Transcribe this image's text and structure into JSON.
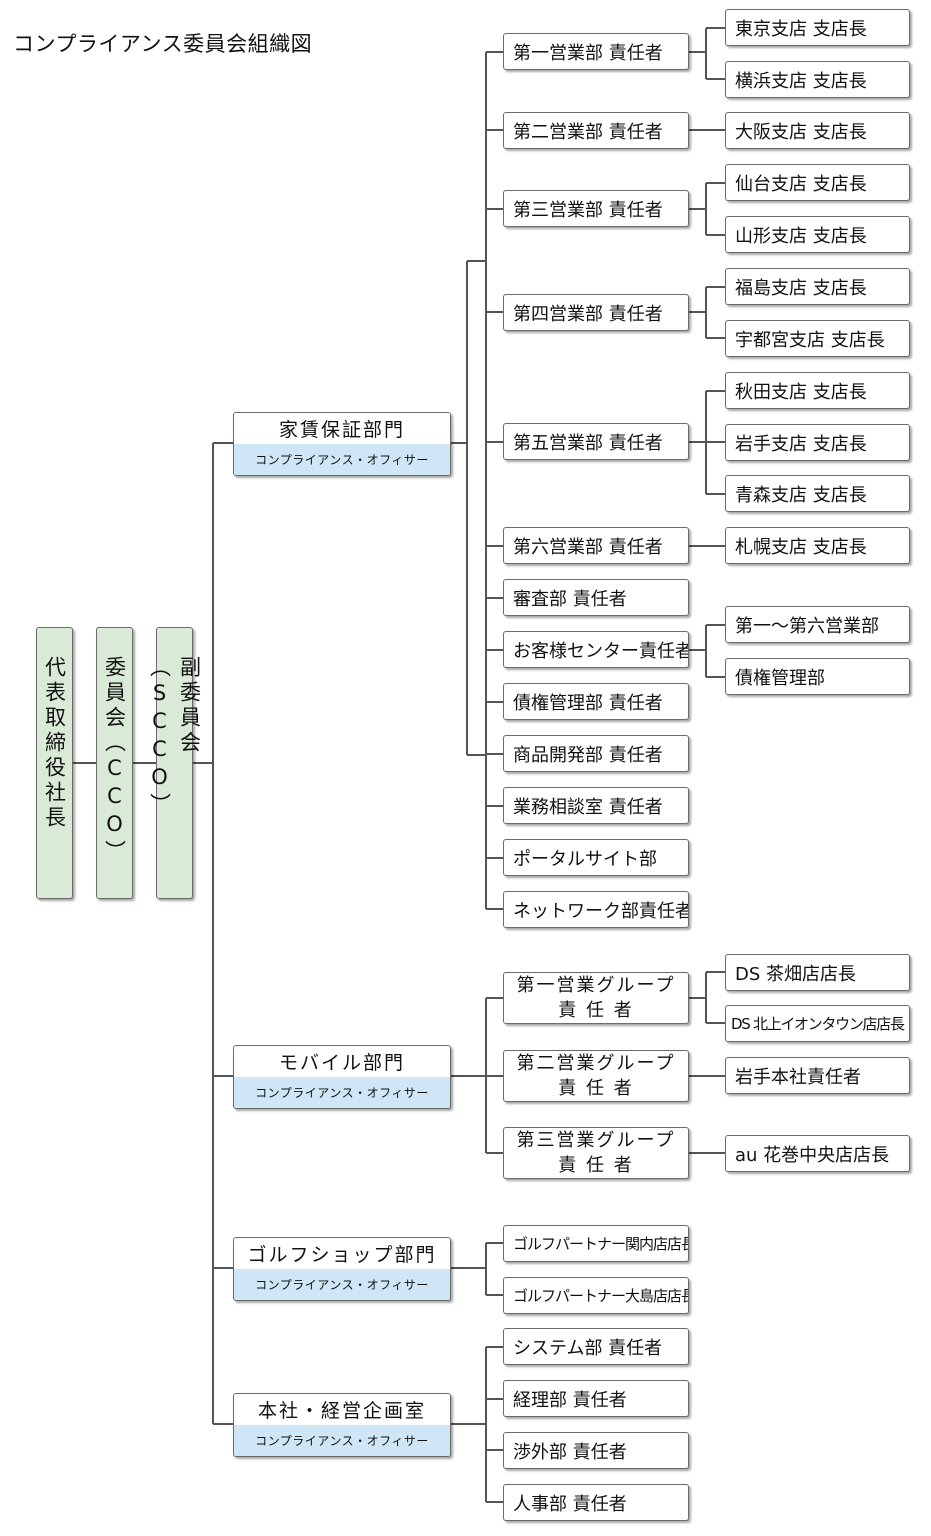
{
  "title": "コンプライアンス委員会組織図",
  "left_column": {
    "president": "代表取締役社長",
    "committee": "委員会（CCO）",
    "vice_committee": "副委員会（SCCO）"
  },
  "departments": [
    {
      "name": "家賃保証部門",
      "officer": "コンプライアンス・オフィサー"
    },
    {
      "name": "モバイル部門",
      "officer": "コンプライアンス・オフィサー"
    },
    {
      "name": "ゴルフショップ部門",
      "officer": "コンプライアンス・オフィサー"
    },
    {
      "name": "本社・経営企画室",
      "officer": "コンプライアンス・オフィサー"
    }
  ],
  "rent_guarantee": {
    "units": [
      "第一営業部 責任者",
      "第二営業部 責任者",
      "第三営業部 責任者",
      "第四営業部 責任者",
      "第五営業部 責任者",
      "第六営業部 責任者",
      "審査部 責任者",
      "お客様センター責任者",
      "債権管理部 責任者",
      "商品開発部 責任者",
      "業務相談室 責任者",
      "ポータルサイト部",
      "ネットワーク部責任者"
    ],
    "branches": [
      "東京支店 支店長",
      "横浜支店 支店長",
      "大阪支店 支店長",
      "仙台支店 支店長",
      "山形支店 支店長",
      "福島支店 支店長",
      "宇都宮支店 支店長",
      "秋田支店 支店長",
      "岩手支店 支店長",
      "青森支店 支店長",
      "札幌支店 支店長",
      "第一〜第六営業部",
      "債権管理部"
    ]
  },
  "mobile": {
    "groups": [
      {
        "line1": "第一営業グループ",
        "line2": "責 任 者"
      },
      {
        "line1": "第二営業グループ",
        "line2": "責 任 者"
      },
      {
        "line1": "第三営業グループ",
        "line2": "責 任 者"
      }
    ],
    "stores": [
      "DS 茶畑店店長",
      "DS 北上イオンタウン店店長",
      "岩手本社責任者",
      "au 花巻中央店店長"
    ]
  },
  "golf": {
    "stores": [
      "ゴルフパートナー関内店店長",
      "ゴルフパートナー大島店店長"
    ]
  },
  "head_office": {
    "units": [
      "システム部 責任者",
      "経理部 責任者",
      "渉外部 責任者",
      "人事部 責任者"
    ]
  },
  "colors": {
    "exec_fill": "#d9ead7",
    "officer_fill": "#cfe6f7",
    "line": "#555555"
  }
}
